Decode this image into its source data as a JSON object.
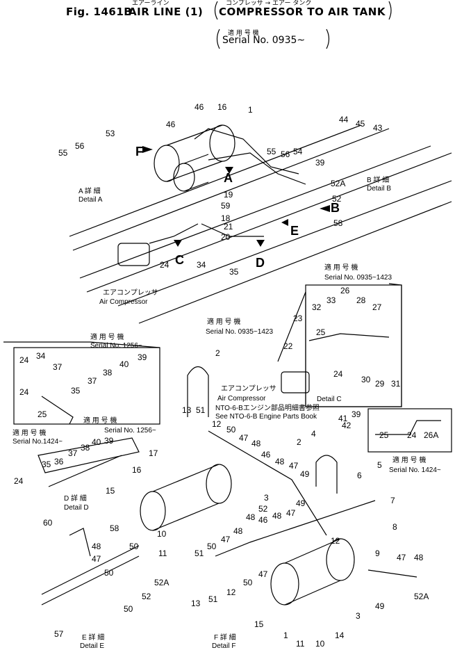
{
  "header": {
    "figure": "Fig. 1461B",
    "air_line": "AIR LINE (1)",
    "jp_air_line": "エアーライン",
    "jp_title": "コンプレッサ → エアー タンク",
    "title": "COMPRESSOR TO AIR TANK",
    "jp_serial": "適 用 号 機",
    "serial": "Serial No. 0935~"
  },
  "labels": {
    "detail_a_jp": "A 詳 細",
    "detail_a": "Detail A",
    "detail_b_jp": "B 詳 細",
    "detail_b": "Detail B",
    "detail_c": "Detail C",
    "detail_d_jp": "D 詳 細",
    "detail_d": "Detail D",
    "detail_e_jp": "E 詳 細",
    "detail_e": "Detail E",
    "detail_f_jp": "F 詳 細",
    "detail_f": "Detail F",
    "air_comp_jp": "エアコンプレッサ",
    "air_comp": "Air Compressor",
    "air_comp2_jp": "エアコンプレッサ",
    "air_comp2": "Air Compressor",
    "ntc_jp": "NTO-6-Bエンジン部品明細書参照",
    "ntc": "See NTO-6-B Engine Parts Book",
    "applic_jp": "適 用 号 機",
    "serial_0935_1423": "Serial No. 0935~1423",
    "serial_0935_1423b": "Serial No. 0935~1423",
    "serial_1256_a": "Serial No. 1256~",
    "serial_1256_b": "Serial No. 1256~",
    "serial_1424_a": "Serial No.1424~",
    "serial_1424_b": "Serial No. 1424~"
  },
  "letters": {
    "A": "A",
    "B": "B",
    "C": "C",
    "D": "D",
    "E": "E",
    "F": "F"
  },
  "parts_overview": [
    "46",
    "16",
    "1",
    "53",
    "56",
    "55",
    "46",
    "55",
    "56",
    "54",
    "39",
    "52A",
    "52",
    "19",
    "59",
    "18",
    "21",
    "20",
    "58",
    "44",
    "45",
    "43",
    "24",
    "34",
    "35"
  ],
  "parts_detail": [
    "26",
    "33",
    "28",
    "32",
    "27",
    "23",
    "25",
    "22",
    "24",
    "30",
    "29",
    "31",
    "2",
    "12",
    "13",
    "51",
    "50",
    "47",
    "48",
    "46",
    "49",
    "3",
    "52",
    "17",
    "16",
    "15",
    "10",
    "11",
    "5",
    "6",
    "7",
    "8",
    "9",
    "4",
    "41",
    "42",
    "39",
    "25",
    "24",
    "26A",
    "34",
    "37",
    "38",
    "40",
    "36",
    "35",
    "60",
    "58",
    "57",
    "14"
  ]
}
